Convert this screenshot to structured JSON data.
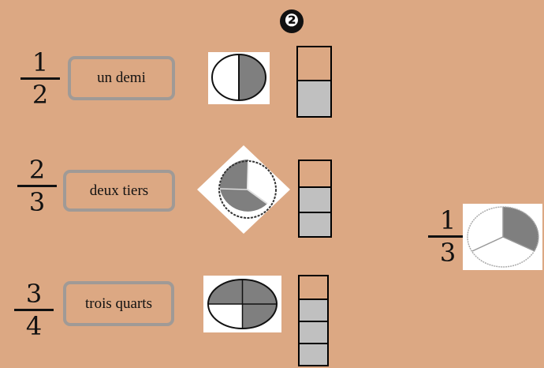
{
  "badge": "❷",
  "rows": [
    {
      "numerator": "1",
      "denominator": "2",
      "label": "un demi",
      "shaded": 1,
      "parts": 2
    },
    {
      "numerator": "2",
      "denominator": "3",
      "label": "deux tiers",
      "shaded": 2,
      "parts": 3
    },
    {
      "numerator": "3",
      "denominator": "4",
      "label": "trois quarts",
      "shaded": 3,
      "parts": 4
    }
  ],
  "extra": {
    "numerator": "1",
    "denominator": "3",
    "shaded": 1,
    "parts": 3
  },
  "colors": {
    "background": "#dca883",
    "shade_dark": "#7f7f7f",
    "shade_light": "#c0c0c0",
    "box_border": "#a09a96"
  }
}
